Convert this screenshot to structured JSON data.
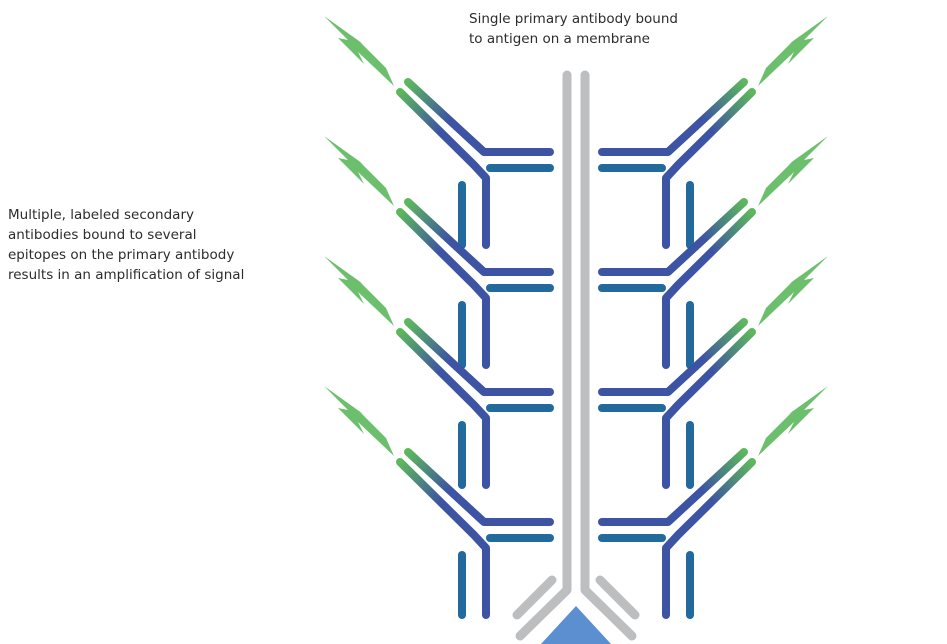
{
  "labels": {
    "primary": [
      "Single primary antibody bound",
      "to antigen on a membrane"
    ],
    "secondary": [
      "Multiple, labeled secondary",
      "antibodies bound to several",
      "epitopes on the primary antibody",
      "results in an amplification of signal"
    ]
  },
  "colors": {
    "primary_antibody": "#bcbec0",
    "secondary_heavy": "#3d53a3",
    "secondary_light": "#22699e",
    "label_green": "#5cb85c",
    "antigen": "#5b8fd0"
  },
  "icons": {
    "label_signal": "lightning-bolt-icon",
    "antigen": "triangle"
  }
}
